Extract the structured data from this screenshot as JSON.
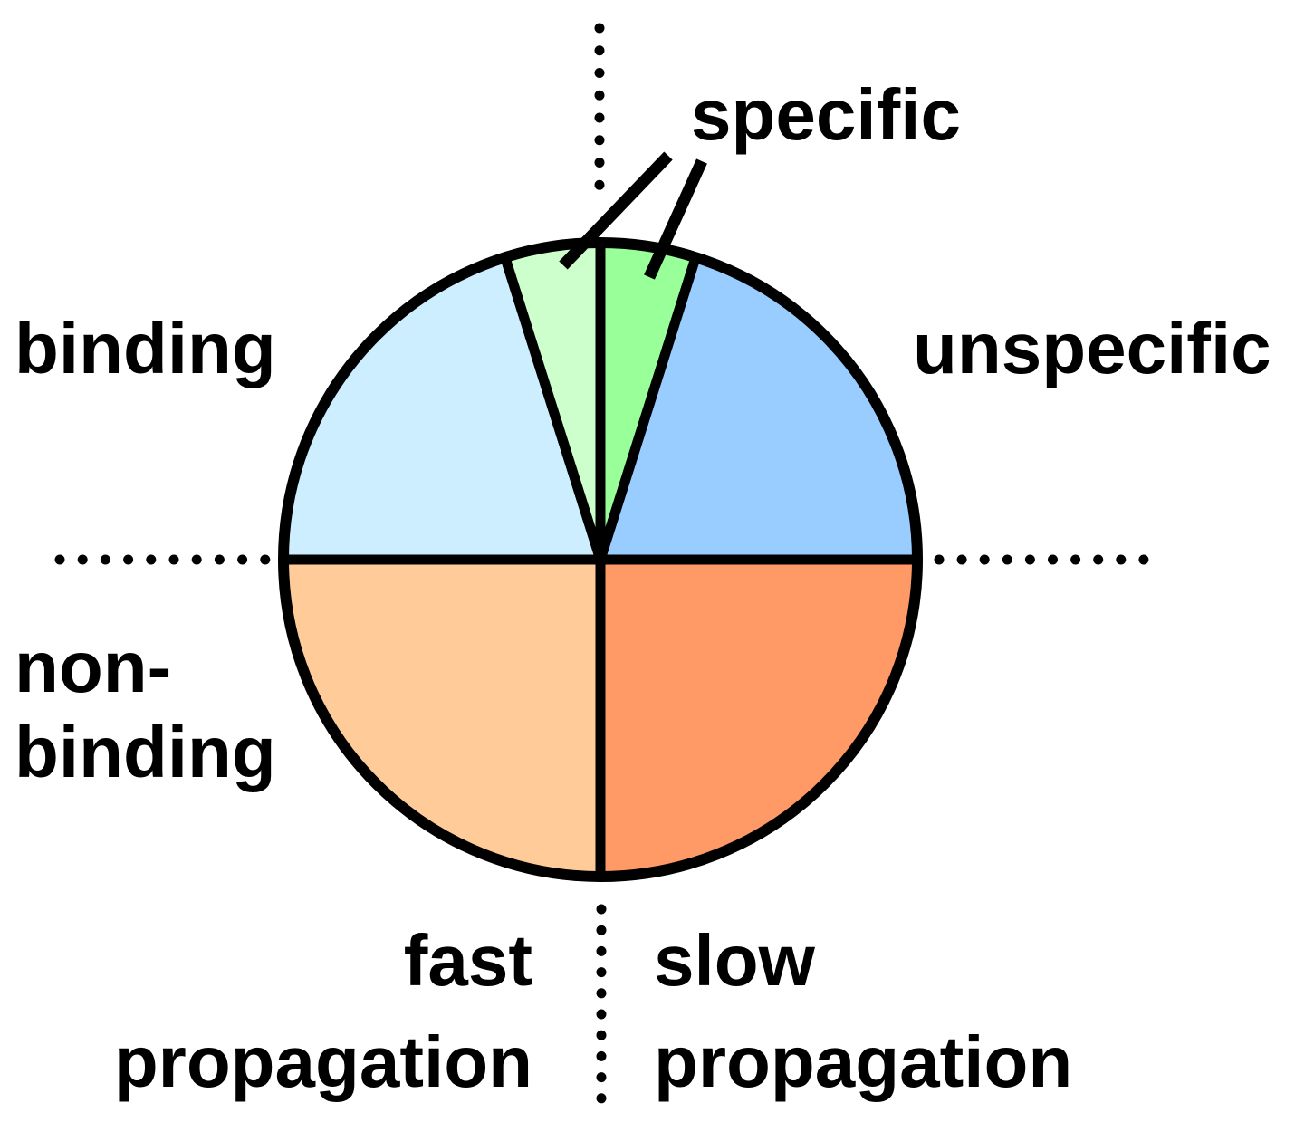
{
  "diagram": {
    "background": "#ffffff",
    "outline_color": "#000000",
    "text_color": "#000000",
    "segments": [
      {
        "id": "specific-right",
        "label": "specific",
        "start_deg": 0,
        "end_deg": 17.5,
        "color": "#99ff99"
      },
      {
        "id": "unspecific",
        "label": "unspecific",
        "start_deg": 17.5,
        "end_deg": 90,
        "color": "#99ccff"
      },
      {
        "id": "slow-propagation",
        "label": "slow propagation",
        "start_deg": 90,
        "end_deg": 180,
        "color": "#ff9966"
      },
      {
        "id": "fast-propagation",
        "label": "fast propagation",
        "start_deg": 180,
        "end_deg": 270,
        "color": "#ffcc99"
      },
      {
        "id": "binding",
        "label": "binding",
        "start_deg": 270,
        "end_deg": 342.5,
        "color": "#cceeff"
      },
      {
        "id": "specific-left",
        "label": "specific",
        "start_deg": 342.5,
        "end_deg": 360,
        "color": "#ccffcc"
      }
    ],
    "labels": {
      "specific": "specific",
      "unspecific": "unspecific",
      "binding": "binding",
      "non_binding": {
        "line1": "non-",
        "line2": "binding"
      },
      "fast_propagation": {
        "line1": "fast",
        "line2": "propagation"
      },
      "slow_propagation": {
        "line1": "slow",
        "line2": "propagation"
      }
    }
  }
}
